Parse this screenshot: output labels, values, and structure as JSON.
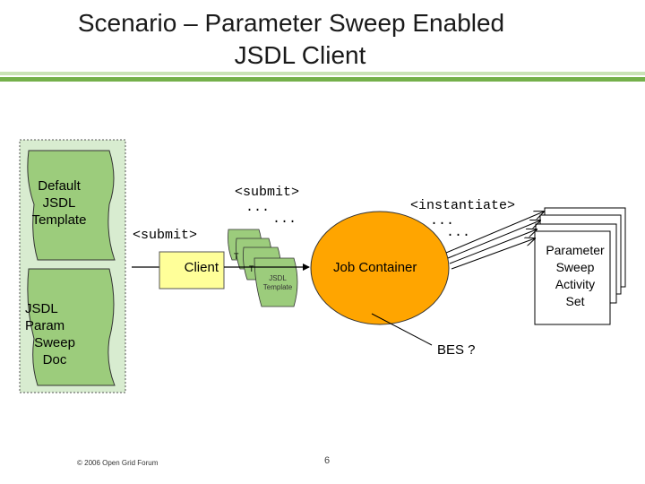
{
  "title": {
    "line1": "Scenario – Parameter Sweep Enabled",
    "line2": "JSDL Client"
  },
  "diagram": {
    "default_template": [
      "Default",
      "JSDL",
      "Template"
    ],
    "param_sweep_doc": [
      "JSDL",
      "Param",
      "Sweep",
      "Doc"
    ],
    "client": "Client",
    "submit_left": "<submit>",
    "submit_top": [
      "<submit>",
      "...",
      "..."
    ],
    "small_template": [
      "JSDL",
      "Template"
    ],
    "fragment_letters": [
      "T",
      "T"
    ],
    "job_container": "Job Container",
    "instantiate": [
      "<instantiate>",
      "...",
      "..."
    ],
    "bes": "BES ?",
    "activity_set": [
      "Parameter",
      "Sweep",
      "Activity",
      "Set"
    ]
  },
  "footer": {
    "copyright": "© 2006 Open Grid Forum",
    "page_number": "6"
  },
  "colors": {
    "panel": "#d8ecd0",
    "doc_fill": "#9ccc7c",
    "client_fill": "#ffff99",
    "job_container_fill": "#ffa500",
    "accent_rule": "#74b04a"
  }
}
